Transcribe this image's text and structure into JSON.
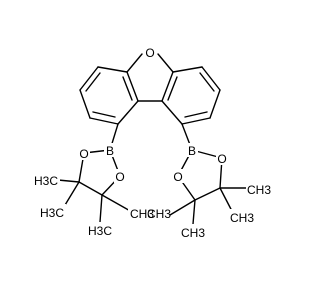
{
  "colors": {
    "bond": "#000000",
    "background": "#ffffff"
  },
  "atoms": {
    "furan_o": "O",
    "boron_left": "B",
    "boron_right": "B",
    "o_left_upper": "O",
    "o_left_lower": "O",
    "o_right_upper": "O",
    "o_right_lower": "O"
  },
  "methyl_groups": [
    {
      "label": "H3C"
    },
    {
      "label": "H3C"
    },
    {
      "label": "CH3"
    },
    {
      "label": "H3C"
    },
    {
      "label": "CH3"
    },
    {
      "label": "CH3"
    },
    {
      "label": "CH3"
    },
    {
      "label": "CH3"
    }
  ]
}
